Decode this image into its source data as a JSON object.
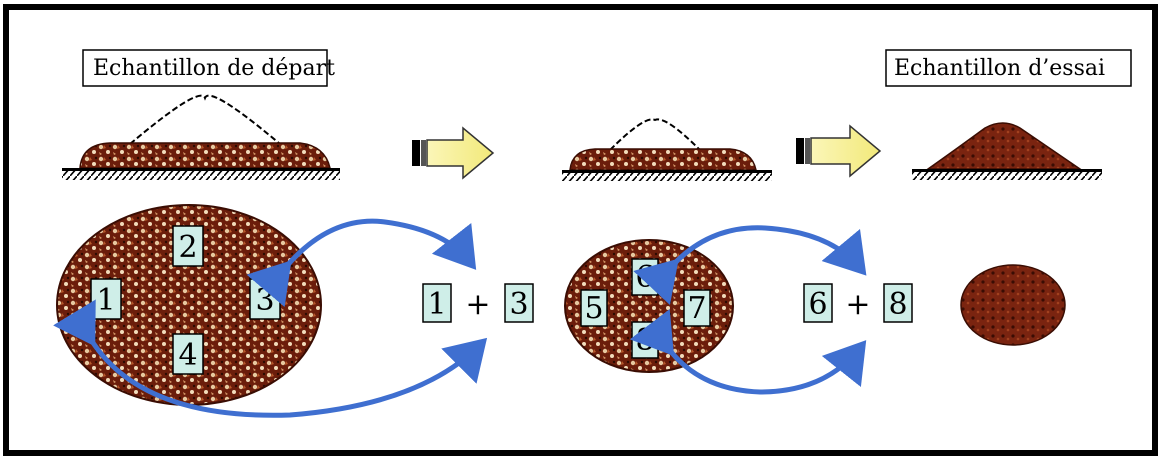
{
  "labels": {
    "start_sample": "Echantillon de départ",
    "test_sample": "Echantillon d’essai"
  },
  "plus_sign": "+",
  "quarters": {
    "large": [
      "1",
      "2",
      "3",
      "4"
    ],
    "medium": [
      "5",
      "6",
      "7",
      "8"
    ]
  },
  "combos": {
    "first": [
      "1",
      "3"
    ],
    "second": [
      "6",
      "8"
    ]
  },
  "colors": {
    "frame": "#000000",
    "aggregate_dark": "#4a1206",
    "aggregate_mid": "#8b2e12",
    "aggregate_light": "#e7c9a0",
    "arrow_blue": "#3f6fd0",
    "block_arrow_fill": "#f8f4a6",
    "number_box_fill": "#cfeee8"
  }
}
